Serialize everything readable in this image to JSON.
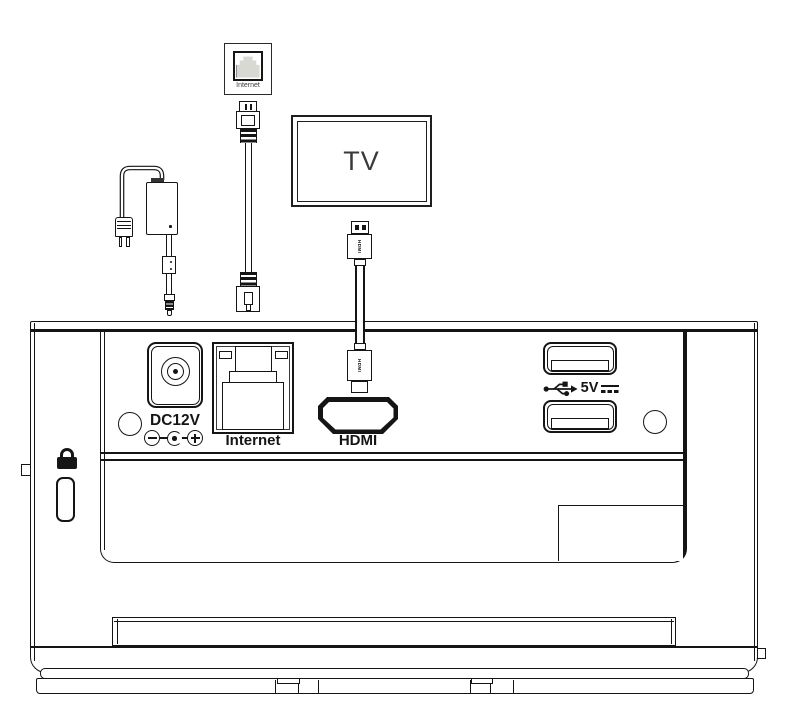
{
  "peripherals": {
    "wall_jack_label": "Internet",
    "tv_label": "TV",
    "hdmi_connector_label": "HDMI"
  },
  "panel": {
    "dc_label": "DC12V",
    "internet_label": "Internet",
    "hdmi_label": "HDMI",
    "usb_voltage_label": "5V"
  },
  "icons": {
    "lock": "padlock-icon",
    "usb": "usb-trident-icon",
    "polarity": "dc-polarity-icon (minus / center-pin / plus)",
    "direct_current": "dc-current-icon (solid bar over dashed bar)"
  },
  "colors": {
    "line": "#151515",
    "jack_fill": "#d9d9d3",
    "tv_text": "#3a3a3a",
    "background": "#ffffff"
  }
}
